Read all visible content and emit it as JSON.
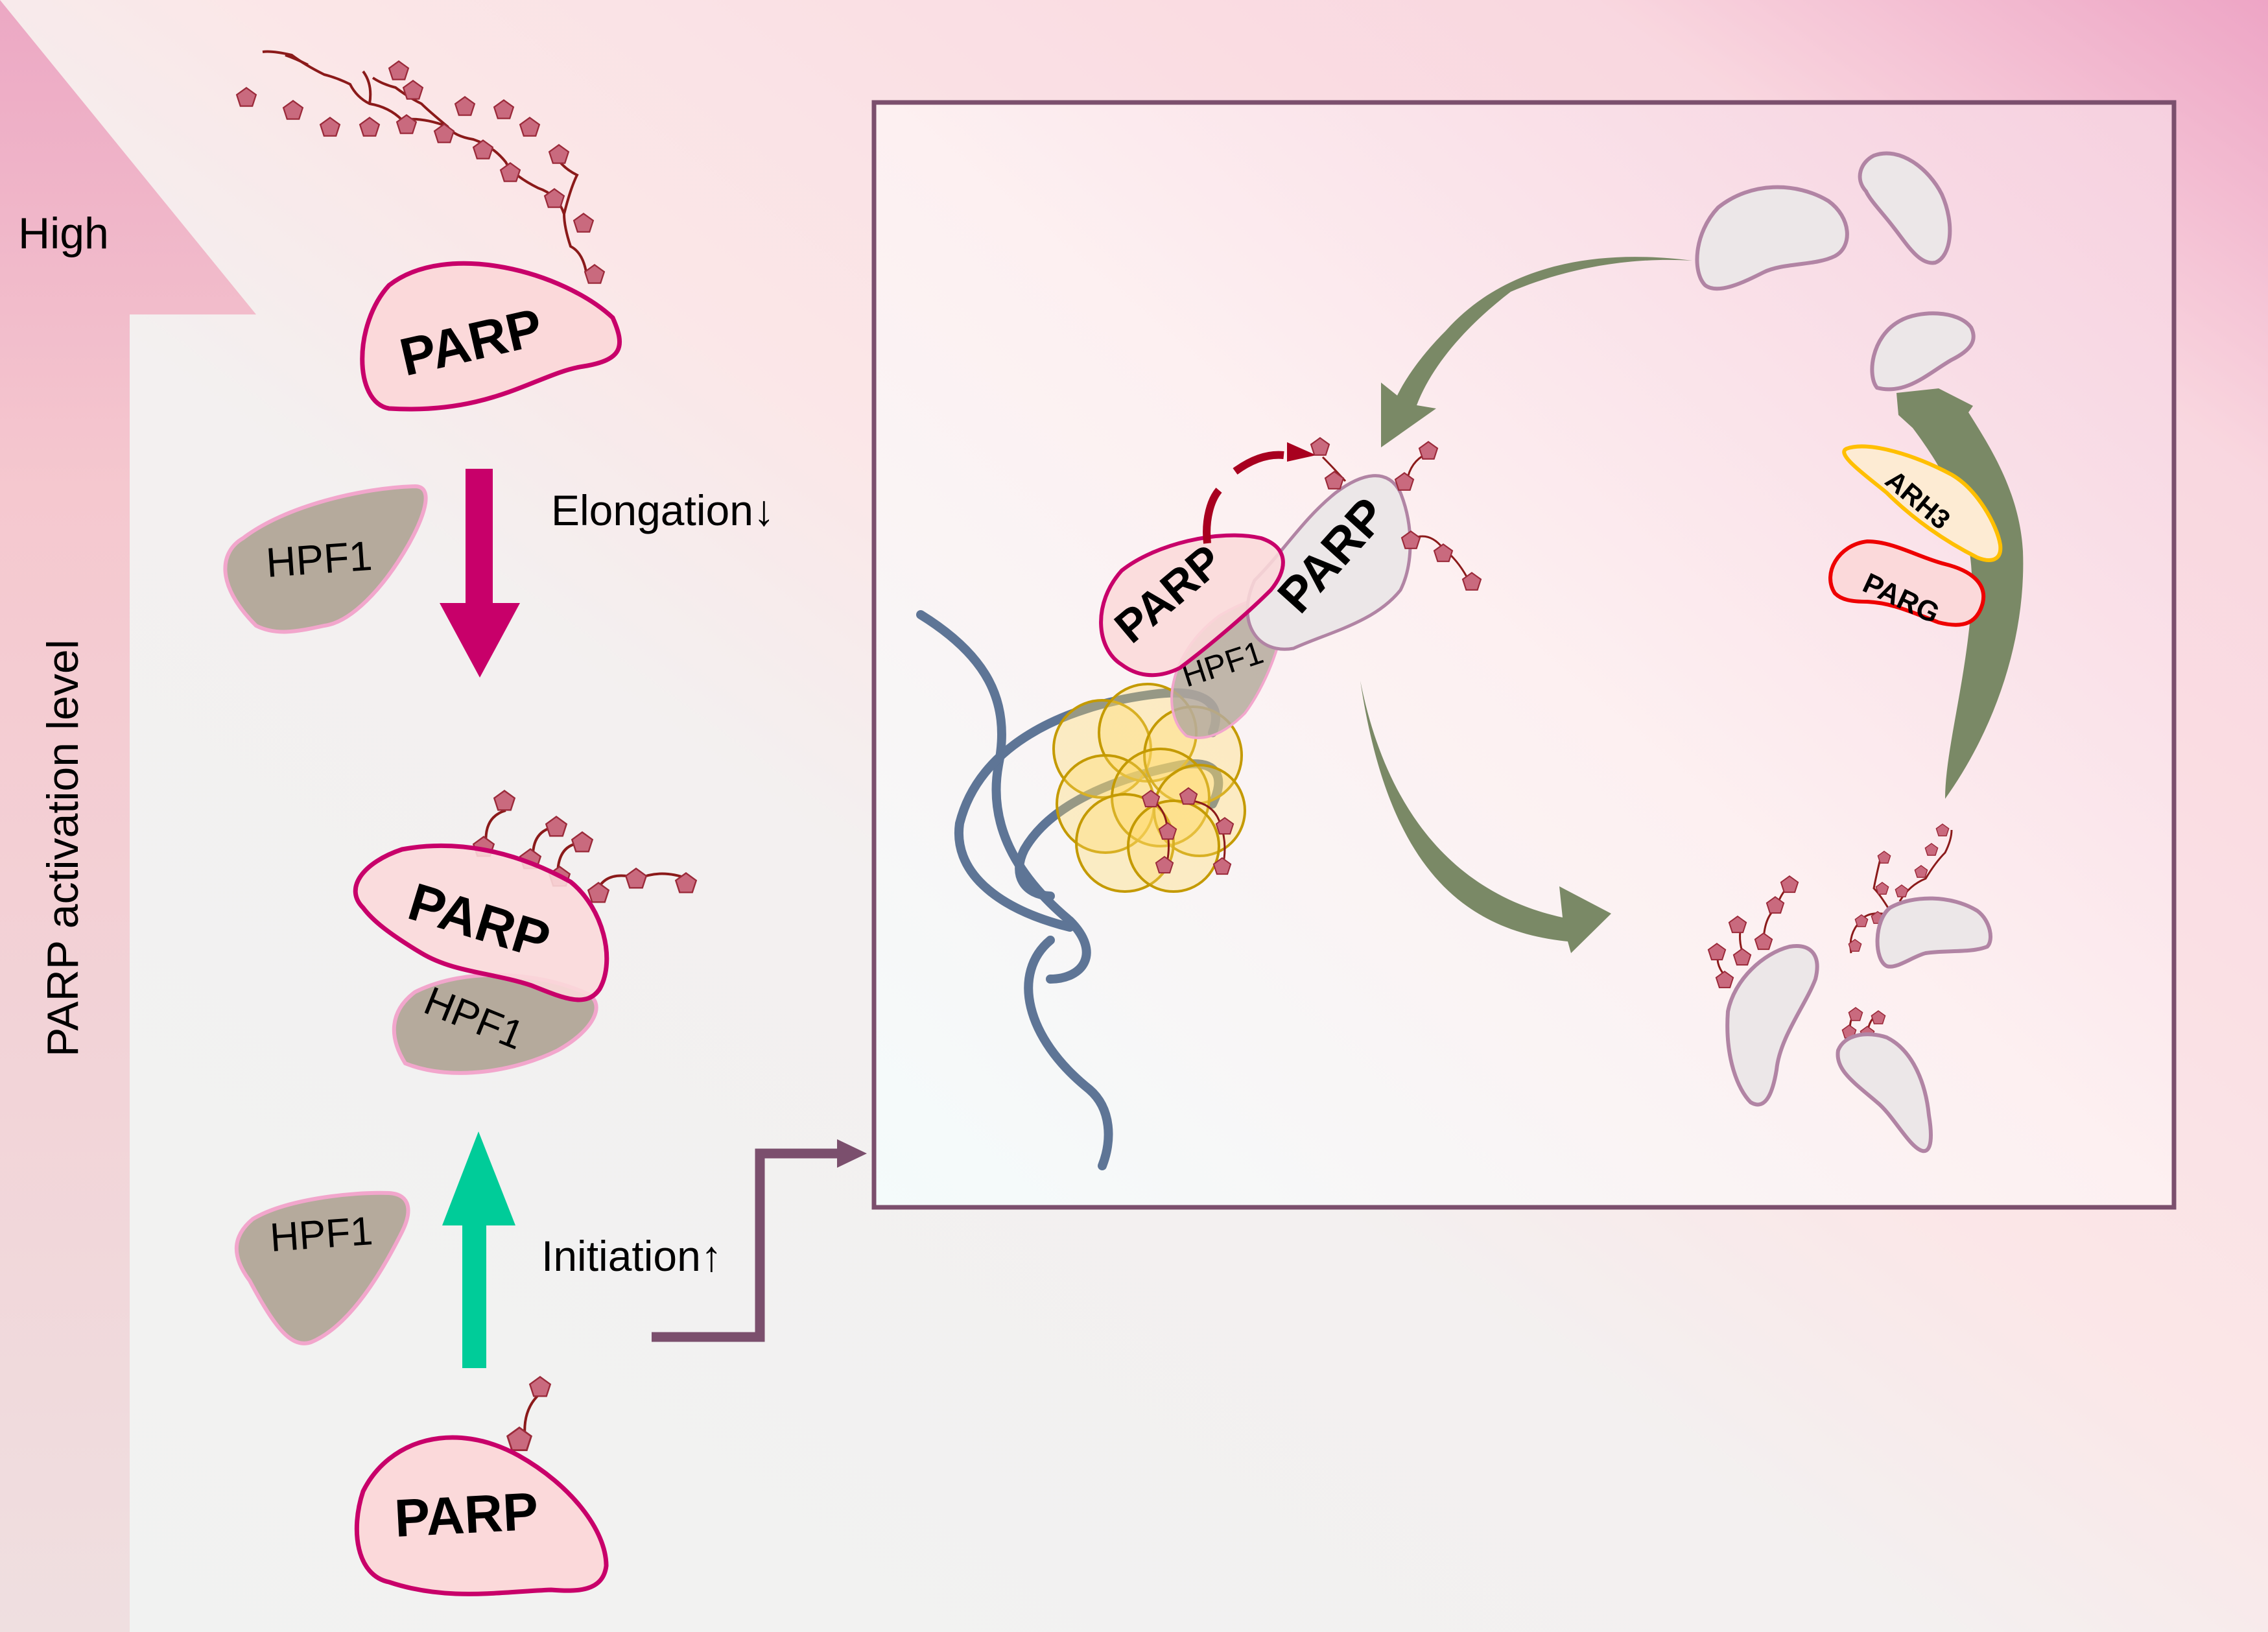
{
  "axis": {
    "top_label": "High",
    "vertical_label": "PARP activation level"
  },
  "left_panel": {
    "top_state": {
      "protein": "PARP",
      "chain": "long-branched"
    },
    "elongation": {
      "label": "Elongation↓",
      "cofactor": "HPF1",
      "arrow_direction": "down"
    },
    "middle_state": {
      "protein": "PARP",
      "cofactor": "HPF1"
    },
    "initiation": {
      "label": "Initiation↑",
      "cofactor": "HPF1",
      "arrow_direction": "up"
    },
    "bottom_state": {
      "protein": "PARP"
    }
  },
  "cycle_panel": {
    "complex": {
      "parp_a": "PARP",
      "hpf1": "HPF1",
      "parp_b": "PARP"
    },
    "erasers": [
      "ARH3",
      "PARG"
    ]
  },
  "colors": {
    "parp_stroke": "#c8006a",
    "parp_fill": "#fbd9da",
    "hpf1_fill": "#b5aa9c",
    "hpf1_stroke": "#f2a6cc",
    "elongation_arrow": "#c8006a",
    "initiation_arrow": "#00cc99",
    "connector": "#7b4f6d",
    "cycle_arrow": "#7a8966",
    "adp_ribose": "#c96a7e",
    "chain_line": "#8b1a1a",
    "dna": "#5e7596",
    "nucleosome": "#ffd966",
    "arh3_stroke": "#ffbf00",
    "parg_stroke": "#ee0000",
    "faded_parp_stroke": "#b184a4",
    "faded_parp_fill": "#ece7e8"
  }
}
